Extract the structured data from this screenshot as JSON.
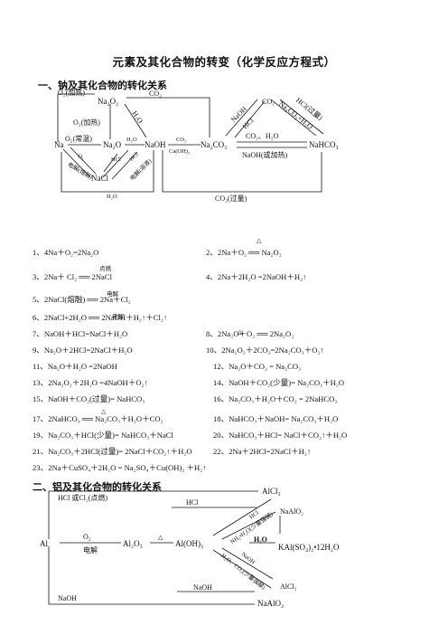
{
  "title": "元素及其化合物的转变（化学反应方程式）",
  "sections": [
    {
      "label": "一、钠及其化合物的转化关系"
    },
    {
      "label": "二、铝及其化合物的转化关系"
    }
  ],
  "na_diagram": {
    "labels": {
      "o2_heat_top": "O₂(加热)",
      "na2o2": "Na₂O₂",
      "co2_top": "CO₂",
      "h2o_diag": "H₂O",
      "o2_heat_mid": "O₂(加热)",
      "o2_room": "O₂(常温)",
      "na": "Na",
      "na2o": "Na₂O",
      "h2o_mid": "H₂O",
      "naoh": "NaOH",
      "co2_mid": "CO₂",
      "caoh2": "Ca(OH)₂",
      "na2co3": "Na₂CO₃",
      "co2_h2o": "CO₂、H₂O",
      "nahco3": "NaHCO₃",
      "naoh_heat": "NaOH(或加热)",
      "o2_low": "O₂",
      "hcl_low": "HCl",
      "hcl_low2": "HCl",
      "elec_melt": "电解(熔融)",
      "elec_sol": "电解(溶液)",
      "nacl": "NaCl",
      "naoh_diag": "NaOH",
      "hcl_diag": "HCl",
      "hcl_excess": "HCl(过量)",
      "co2_diag": "CO₂",
      "na2co3_h2o": "Na₂CO₃+H₂O",
      "h2o_bottom": "H₂O",
      "co2_excess": "CO₂(过量)"
    }
  },
  "equations": [
    {
      "n": "1、",
      "text": "4Na＋O₂=2Na₂O"
    },
    {
      "n": "2、",
      "text": "2Na＋O₂ ══ Na₂O₂"
    },
    {
      "n": "3、",
      "text": "2Na＋ Cl₂ ══ 2NaCl"
    },
    {
      "n": "4、",
      "text": "2Na＋2H₂O =2NaOH＋H₂↑"
    },
    {
      "n": "5、",
      "text": "2NaCl(熔融) ══ 2Na＋Cl₂"
    },
    {
      "n": "6、",
      "text": "2NaCl+2H₂O ══ 2NaOH＋H₂↑＋Cl₂↑"
    },
    {
      "n": "7、",
      "text": "NaOH＋HCl=NaCl＋H₂O"
    },
    {
      "n": "8、",
      "text": "2Na₂O＋O₂ ══ 2Na₂O₂"
    },
    {
      "n": "9、",
      "text": "Na₂O＋2HCl=2NaCl＋H₂O"
    },
    {
      "n": "10、",
      "text": "2Na₂O₂＋2CO₂=2Na₂CO₃＋O₂↑"
    },
    {
      "n": "11、",
      "text": "Na₂O＋H₂O =2NaOH"
    },
    {
      "n": "12、",
      "text": "Na₂O＋CO₂ = Na₂CO₃"
    },
    {
      "n": "13、",
      "text": "2Na₂O₂＋2H₂O =4NaOH＋O₂↑"
    },
    {
      "n": "14、",
      "text": "NaOH＋CO₂(少量)= Na₂CO₃＋H₂O"
    },
    {
      "n": "15、",
      "text": "NaOH＋CO₂(过量)= NaHCO₃"
    },
    {
      "n": "16、",
      "text": "Na₂CO₃＋H₂O＋CO₂ = 2NaHCO₃"
    },
    {
      "n": "17、",
      "text": "2NaHCO₃ ══ Na₂CO₃＋H₂O＋CO₂"
    },
    {
      "n": "18、",
      "text": "NaHCO₃＋NaOH= Na₂CO₃＋H₂O"
    },
    {
      "n": "19、",
      "text": "Na₂CO₃＋HCl(少量)= NaHCO₃＋NaCl"
    },
    {
      "n": "20、",
      "text": "NaHCO₃＋HCl= NaCl＋CO₂↑＋H₂O"
    },
    {
      "n": "21、",
      "text": "Na₂CO₃＋2HCl(过量)= 2NaCl＋CO₂↑＋H₂O"
    },
    {
      "n": "22、",
      "text": "2Na＋2HCl=2NaCl＋H₂↑"
    },
    {
      "n": "23、",
      "text": "2Na＋CuSO₄＋2H₂O = Na₂SO₄＋Cu(OH)₂ ＋H₂↑"
    }
  ],
  "cond": {
    "triangle": "△",
    "ignite": "点燃",
    "electro": "电解"
  },
  "al_diagram": {
    "labels": {
      "hcl_or_cl2": "HCl 或Cl₂(点燃)",
      "alcl3_top": "AlCl₃",
      "hcl_top": "HCl",
      "naalo2_top": "NaAlO₂",
      "hcl_small": "HCl",
      "nh3h2o": "NH₃•H₂O(少量强碱)",
      "o2": "O₂",
      "elec": "电解",
      "al": "Al",
      "al2o3": "Al₂O₃",
      "al_oh3": "Al(OH)₃",
      "h2o": "H₂O",
      "kal": "KAl(SO₄)₂•12H₂O",
      "naoh_small": "NaOH",
      "h2o_co2": "H₂O、CO₂(少量强酸)",
      "alcl3_bottom": "AlCl₃",
      "naoh_mid": "NaOH",
      "naoh_bottom": "NaOH",
      "naalo2_bottom": "NaAlO₂",
      "tri": "△"
    }
  }
}
